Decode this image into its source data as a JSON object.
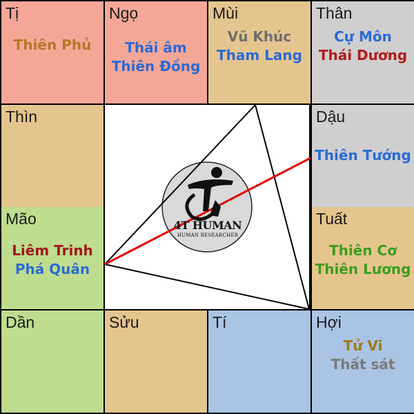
{
  "colors": {
    "background": "#000000",
    "cell_pink": "#f5a797",
    "cell_tan": "#e5c58e",
    "cell_gray": "#cfcfcf",
    "cell_green": "#bedd8e",
    "cell_blue": "#a9c4e4",
    "center_white": "#ffffff",
    "triangle_line": "#000000",
    "red_line": "#e00000"
  },
  "palaces": [
    {
      "name": "Tị",
      "fill": "#f5a797",
      "stars": [
        {
          "text": "Thiên Phủ",
          "color": "#b8742a"
        }
      ]
    },
    {
      "name": "Ngọ",
      "fill": "#f5a797",
      "stars": [
        {
          "text": "Thái âm",
          "color": "#2b6bd6"
        },
        {
          "text": "Thiên Đồng",
          "color": "#2b6bd6"
        }
      ]
    },
    {
      "name": "Mùi",
      "fill": "#e5c58e",
      "stars": [
        {
          "text": "Vũ Khúc",
          "color": "#6e6e6e"
        },
        {
          "text": "Tham Lang",
          "color": "#2b6bd6"
        }
      ]
    },
    {
      "name": "Thân",
      "fill": "#cfcfcf",
      "stars": [
        {
          "text": "Cự Môn",
          "color": "#2b6bd6"
        },
        {
          "text": "Thái Dương",
          "color": "#b01c1c"
        }
      ]
    },
    {
      "name": "Thìn",
      "fill": "#e5c58e",
      "stars": []
    },
    {
      "name": "Dậu",
      "fill": "#cfcfcf",
      "stars": [
        {
          "text": "Thiên Tướng",
          "color": "#2b6bd6"
        }
      ]
    },
    {
      "name": "Mão",
      "fill": "#bedd8e",
      "stars": [
        {
          "text": "Liêm Trinh",
          "color": "#a0181c"
        },
        {
          "text": "Phá Quân",
          "color": "#2b6bd6"
        }
      ]
    },
    {
      "name": "Tuất",
      "fill": "#e5c58e",
      "stars": [
        {
          "text": "Thiên Cơ",
          "color": "#3c9e1c"
        },
        {
          "text": "Thiên Lương",
          "color": "#3c9e1c"
        }
      ]
    },
    {
      "name": "Dần",
      "fill": "#bedd8e",
      "stars": []
    },
    {
      "name": "Sửu",
      "fill": "#e5c58e",
      "stars": []
    },
    {
      "name": "Tí",
      "fill": "#a9c4e4",
      "stars": []
    },
    {
      "name": "Hợi",
      "fill": "#a9c4e4",
      "stars": [
        {
          "text": "Tử Vi",
          "color": "#a07a18"
        },
        {
          "text": "Thất sát",
          "color": "#7a7a7a"
        }
      ]
    }
  ],
  "logo": {
    "title": "4T HUMAN",
    "subtitle": "HUMAN RESEARCHER",
    "circle_fill": "#d9d9d9"
  }
}
